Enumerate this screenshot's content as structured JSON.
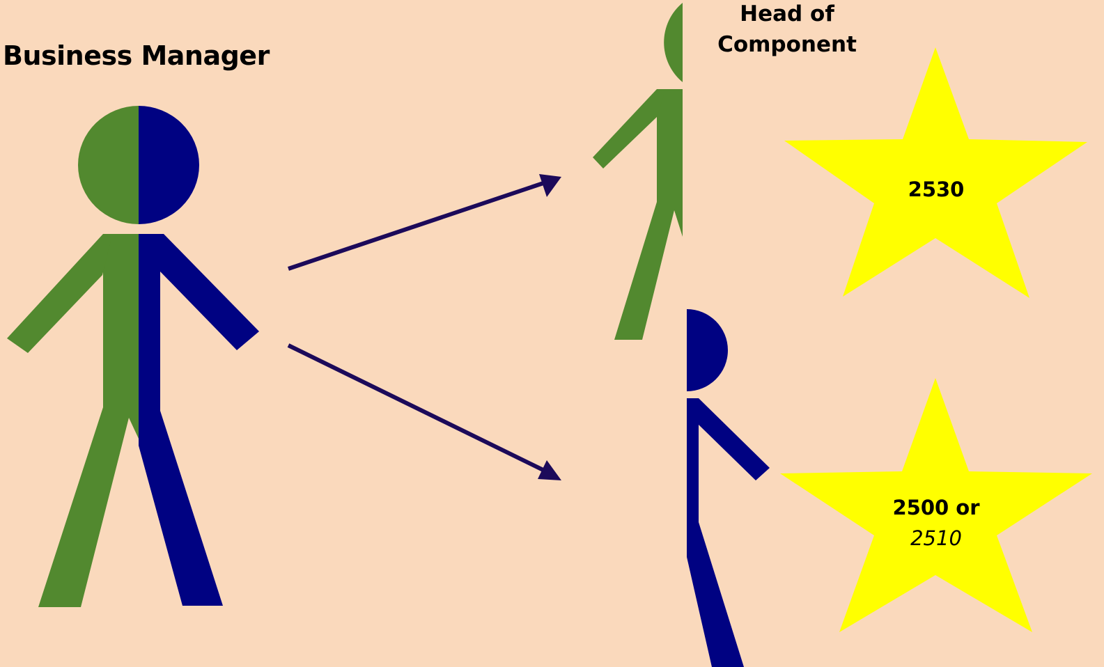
{
  "business_manager": {
    "label": "Business Manager"
  },
  "head_of_component": {
    "line1": "Head of",
    "line2": "Component"
  },
  "stars": [
    {
      "code": "2530"
    },
    {
      "code_main": "2500 or",
      "code_alt": "2510"
    }
  ],
  "colors": {
    "background": "#fad9bc",
    "green": "#52892f",
    "navy": "#000282",
    "arrow": "#1c0a5a",
    "star": "#ffff00",
    "text": "#000000"
  }
}
